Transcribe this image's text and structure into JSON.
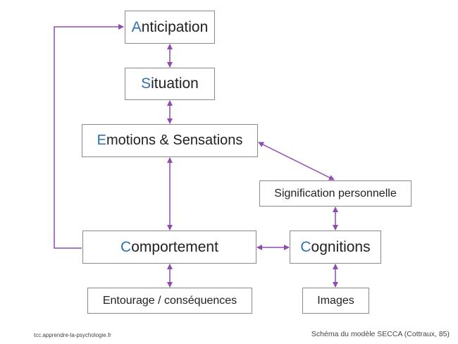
{
  "colors": {
    "initial": "#2e6fb5",
    "arrow": "#8e4bb0",
    "border": "#8a8a8a",
    "text": "#222222"
  },
  "nodes": {
    "anticipation": {
      "initial": "A",
      "rest": "nticipation"
    },
    "situation": {
      "initial": "S",
      "rest": "ituation"
    },
    "emotions": {
      "initial": "E",
      "rest": "motions & Sensations"
    },
    "comportement": {
      "initial": "C",
      "rest": "omportement"
    },
    "cognitions": {
      "initial": "C",
      "rest": "ognitions"
    },
    "signification": {
      "label": "Signification personnelle"
    },
    "entourage": {
      "label": "Entourage / conséquences"
    },
    "images": {
      "label": "Images"
    }
  },
  "footer": {
    "source": "tcc.apprendre-la-psychologie.fr",
    "caption": "Schéma du modèle SECCA (Cottraux, 85)"
  }
}
